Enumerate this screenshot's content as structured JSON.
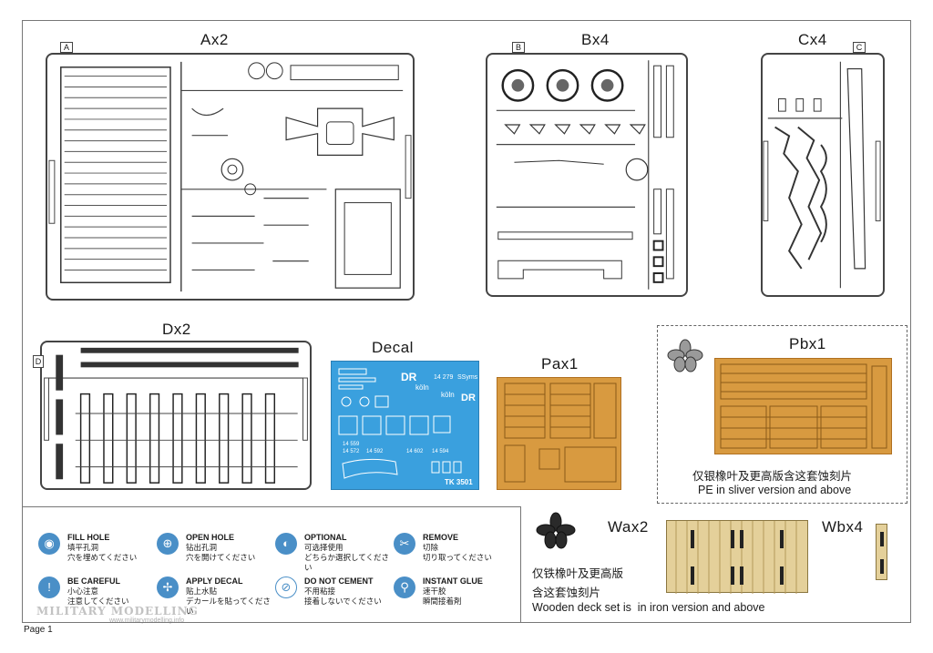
{
  "sprues": {
    "a": {
      "title": "Ax2",
      "letter": "A"
    },
    "b": {
      "title": "Bx4",
      "letter": "B"
    },
    "c": {
      "title": "Cx4",
      "letter": "C"
    },
    "d": {
      "title": "Dx2",
      "letter": "D"
    }
  },
  "decal": {
    "title": "Decal",
    "texts": [
      "DR",
      "köln",
      "14 279",
      "SSyms",
      "köln",
      "DR",
      "14 594",
      "14 602",
      "14 559",
      "14 572",
      "14 592",
      "TK 3501"
    ]
  },
  "pax1": {
    "title": "Pax1"
  },
  "pbx1": {
    "title": "Pbx1",
    "note_cn": "仅银橡叶及更高版含这套蚀刻片",
    "note_en": "PE in sliver version and above"
  },
  "wax2": {
    "title": "Wax2"
  },
  "wbx4": {
    "title": "Wbx4"
  },
  "wood_note": {
    "cn_line1": "仅铁橡叶及更高版",
    "cn_line2": "含这套蚀刻片",
    "en": "Wooden deck set is  in iron version and above"
  },
  "legend": [
    {
      "title": "FILL HOLE",
      "cn": "填平孔洞",
      "jp": "穴を埋めてください",
      "icon": "fill-hole-icon"
    },
    {
      "title": "OPEN HOLE",
      "cn": "钻出孔洞",
      "jp": "穴を開けてください",
      "icon": "open-hole-icon"
    },
    {
      "title": "OPTIONAL",
      "cn": "可选择使用",
      "jp": "どちらか選択してください",
      "icon": "optional-icon"
    },
    {
      "title": "REMOVE",
      "cn": "切除",
      "jp": "切り取ってください",
      "icon": "remove-icon"
    },
    {
      "title": "BE CAREFUL",
      "cn": "小心注意",
      "jp": "注意してください",
      "icon": "be-careful-icon"
    },
    {
      "title": "APPLY DECAL",
      "cn": "贴上水贴",
      "jp": "デカールを貼ってください",
      "icon": "apply-decal-icon"
    },
    {
      "title": "DO NOT CEMENT",
      "cn": "不用粘接",
      "jp": "接着しないでください",
      "icon": "do-not-cement-icon"
    },
    {
      "title": "INSTANT GLUE",
      "cn": "速干胶",
      "jp": "瞬間接着剤",
      "icon": "instant-glue-icon"
    }
  ],
  "page_label": "Page 1",
  "watermark": "MILITARY MODELLING",
  "watermark_url": "www.militarymodelling.info",
  "colors": {
    "decal_blue": "#3aa0de",
    "pe_brass": "#d89a40",
    "wood": "#e4d09a",
    "icon_blue": "#4a8fc7"
  }
}
